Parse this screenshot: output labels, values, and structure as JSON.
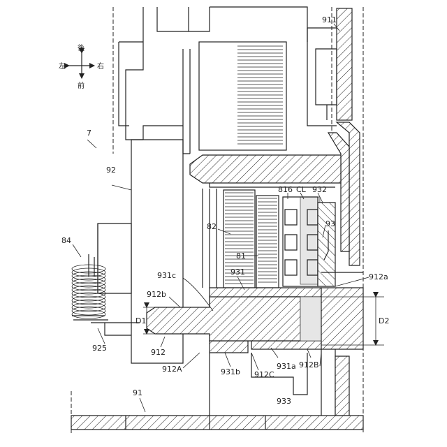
{
  "figure": {
    "direction_labels": {
      "back": "後",
      "front": "前",
      "left": "左",
      "right": "右"
    },
    "labels": {
      "assembly": "7",
      "n911": "911",
      "n92": "92",
      "n816": "816",
      "cl": "CL",
      "n932": "932",
      "n82": "82",
      "n93": "93",
      "n84": "84",
      "n81": "81",
      "n931": "931",
      "n931c": "931c",
      "n912a": "912a",
      "n912b": "912b",
      "d1": "D1",
      "d2": "D2",
      "n925": "925",
      "n912": "912",
      "n912A": "912A",
      "n931b": "931b",
      "n912C": "912C",
      "n931a": "931a",
      "n912B": "912B",
      "n933": "933",
      "n91": "91"
    }
  }
}
